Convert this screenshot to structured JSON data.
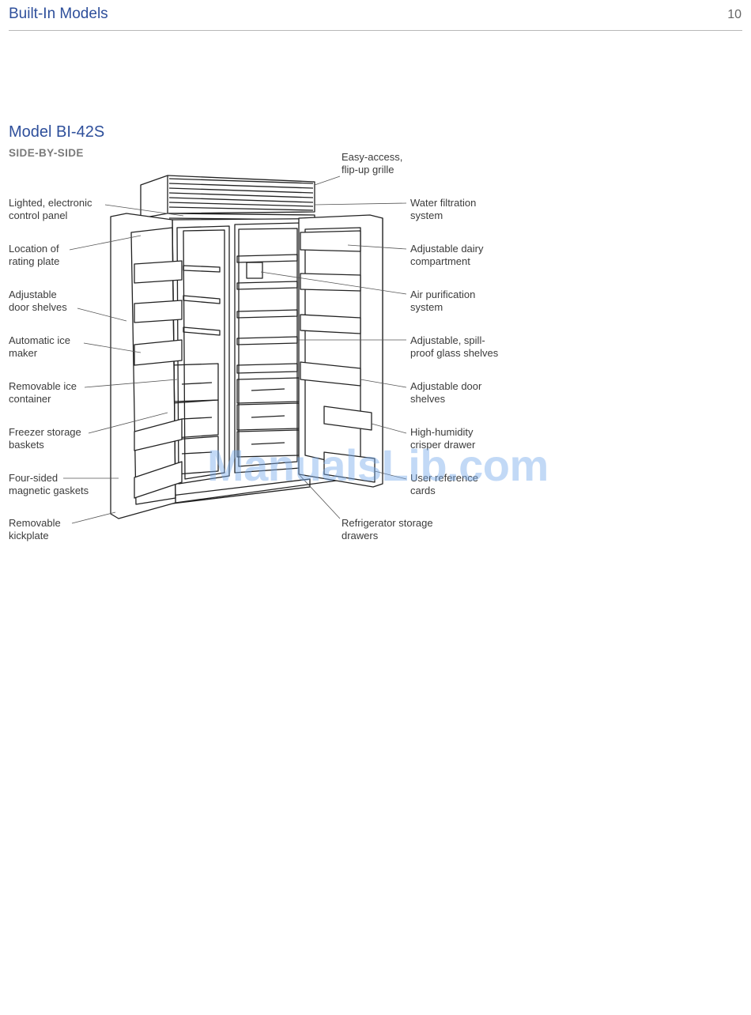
{
  "header": {
    "title": "Built-In Models",
    "page_number": "10"
  },
  "model": {
    "title": "Model BI-42S",
    "subtitle": "SIDE-BY-SIDE"
  },
  "callouts": {
    "left": [
      [
        "Lighted, electronic",
        "control panel"
      ],
      [
        "Location of",
        "rating plate"
      ],
      [
        "Adjustable",
        "door shelves"
      ],
      [
        "Automatic ice",
        "maker"
      ],
      [
        "Removable ice",
        "container"
      ],
      [
        "Freezer storage",
        "baskets"
      ],
      [
        "Four-sided",
        "magnetic gaskets"
      ],
      [
        "Removable",
        "kickplate"
      ]
    ],
    "right": [
      [
        "Water filtration",
        "system"
      ],
      [
        "Adjustable dairy",
        "compartment"
      ],
      [
        "Air purification",
        "system"
      ],
      [
        "Adjustable, spill-",
        "proof glass shelves"
      ],
      [
        "Adjustable door",
        "shelves"
      ],
      [
        "High-humidity",
        "crisper drawer"
      ],
      [
        "User reference",
        "cards"
      ]
    ],
    "top": [
      "Easy-access,",
      "flip-up grille"
    ],
    "bottom": [
      "Refrigerator storage",
      "drawers"
    ]
  },
  "watermark": "ManualsLib.com"
}
